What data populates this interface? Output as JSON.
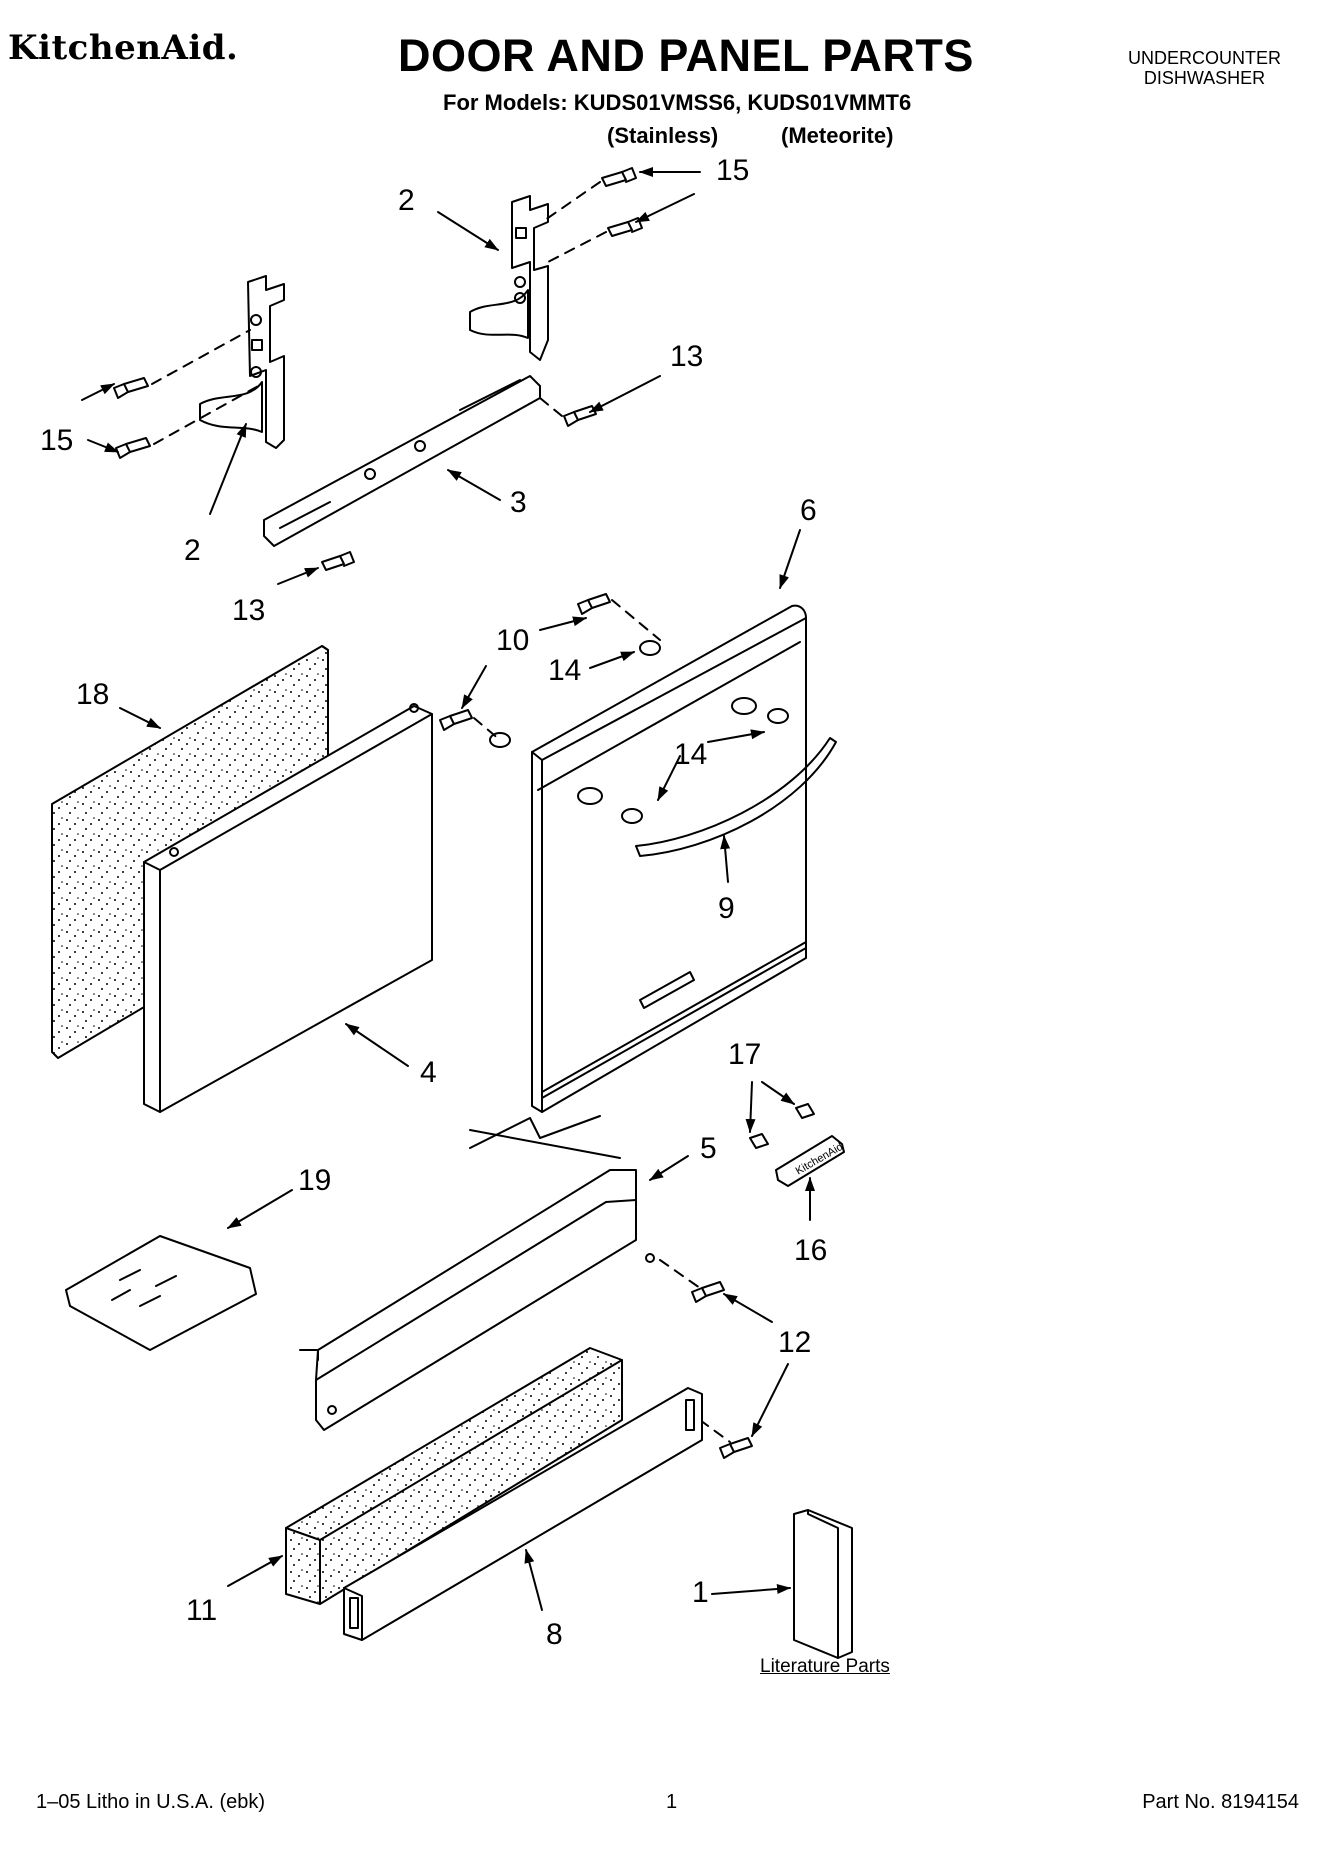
{
  "header": {
    "brand": "KitchenAid.",
    "title": "DOOR AND PANEL PARTS",
    "models": "For Models: KUDS01VMSS6, KUDS01VMMT6",
    "variant_1": "(Stainless)",
    "variant_2": "(Meteorite)",
    "product_line1": "UNDERCOUNTER",
    "product_line2": "DISHWASHER"
  },
  "callouts": {
    "c2_top": "2",
    "c15_top": "15",
    "c13_mid": "13",
    "c15_left": "15",
    "c3": "3",
    "c2_left": "2",
    "c13_left": "13",
    "c6": "6",
    "c10": "10",
    "c14_top": "14",
    "c18": "18",
    "c14_mid": "14",
    "c9": "9",
    "c4": "4",
    "c17": "17",
    "c5": "5",
    "c19": "19",
    "c16": "16",
    "c12": "12",
    "c11": "11",
    "c8": "8",
    "c1": "1"
  },
  "literature_label": "Literature Parts",
  "badge_text": "KitchenAid",
  "footer": {
    "left": "1–05 Litho in U.S.A. (ebk)",
    "center": "1",
    "right": "Part No. 8194154"
  }
}
